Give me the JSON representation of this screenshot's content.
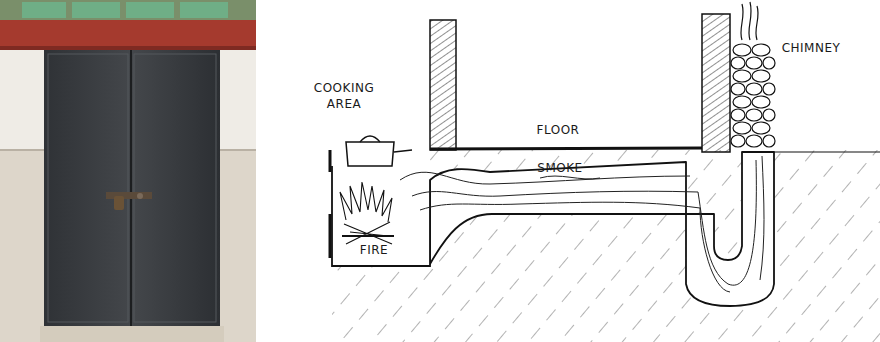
{
  "diagram": {
    "labels": [
      "COOKING AREA",
      "FLOOR",
      "SMOKE",
      "CHIMNEY",
      "FIRE"
    ]
  }
}
